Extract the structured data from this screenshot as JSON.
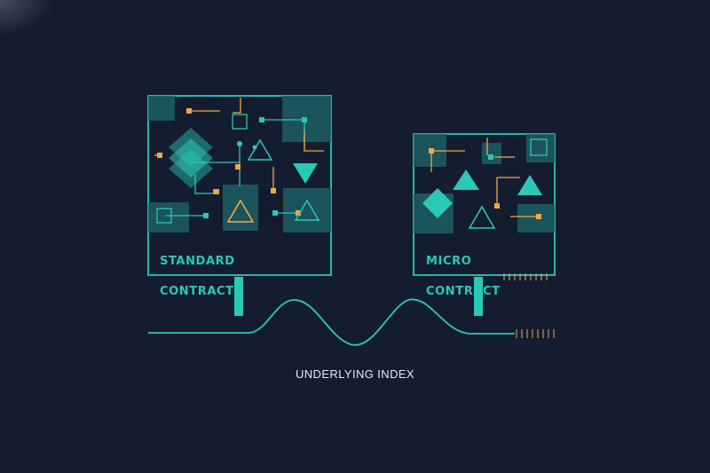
{
  "colors": {
    "background": "#131d2f",
    "teal": "#2cc8b6",
    "teal_fill": "#1f6f72",
    "orange": "#f0a94a"
  },
  "standard": {
    "label_line1": "STANDARD",
    "label_line2": "CONTRACT"
  },
  "micro": {
    "label_line1": "MICRO",
    "label_line2": "CONTRACT"
  },
  "index": {
    "label": "UNDERLYING INDEX"
  }
}
